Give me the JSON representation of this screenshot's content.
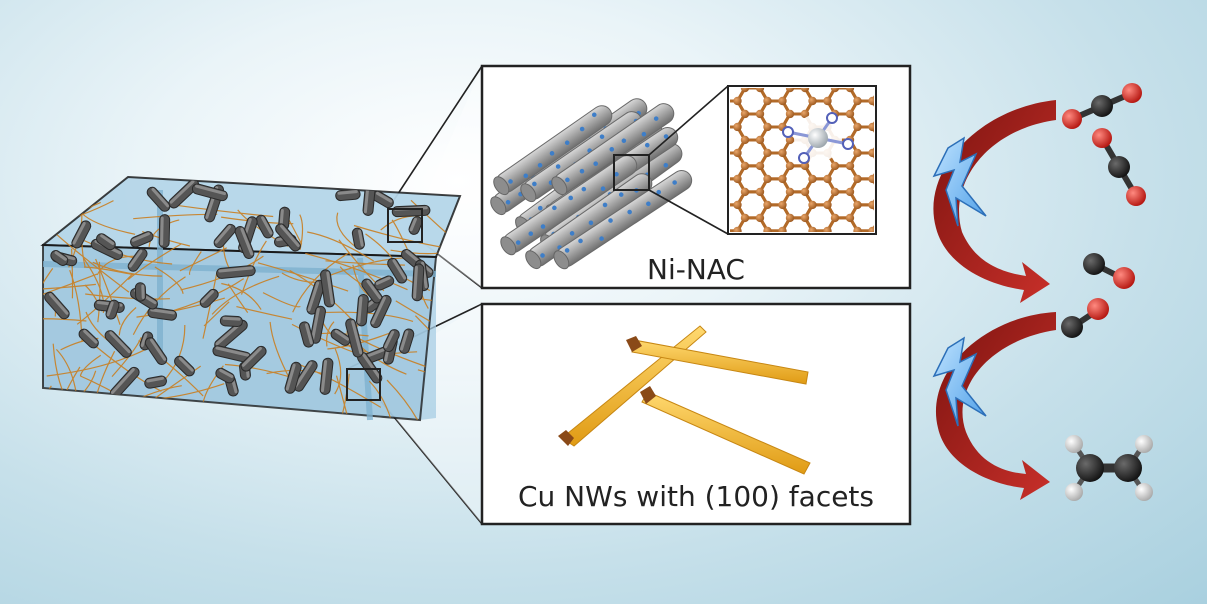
{
  "panels": {
    "ni_nac_label": "Ni-NAC",
    "cu_nw_label": "Cu NWs with (100) facets"
  },
  "colors": {
    "background": "#c6e0ea",
    "arrow": "#b3231d",
    "lightning": "#5aa8ef",
    "copper_wire": "#f2b731",
    "copper_lattice": "#b26a28",
    "carbon_tube": "#9a9a9a",
    "nitrogen_dot": "#3e7ec8",
    "oxygen": "#d0261e",
    "carbon_atom": "#222222",
    "hydrogen": "#e6e6e6",
    "nickel_atom": "#c8d0d6"
  },
  "molecules": [
    "CO2",
    "CO2",
    "CO",
    "CO",
    "C2H4"
  ],
  "icons": [
    "lightning-icon",
    "curved-arrow-icon"
  ]
}
